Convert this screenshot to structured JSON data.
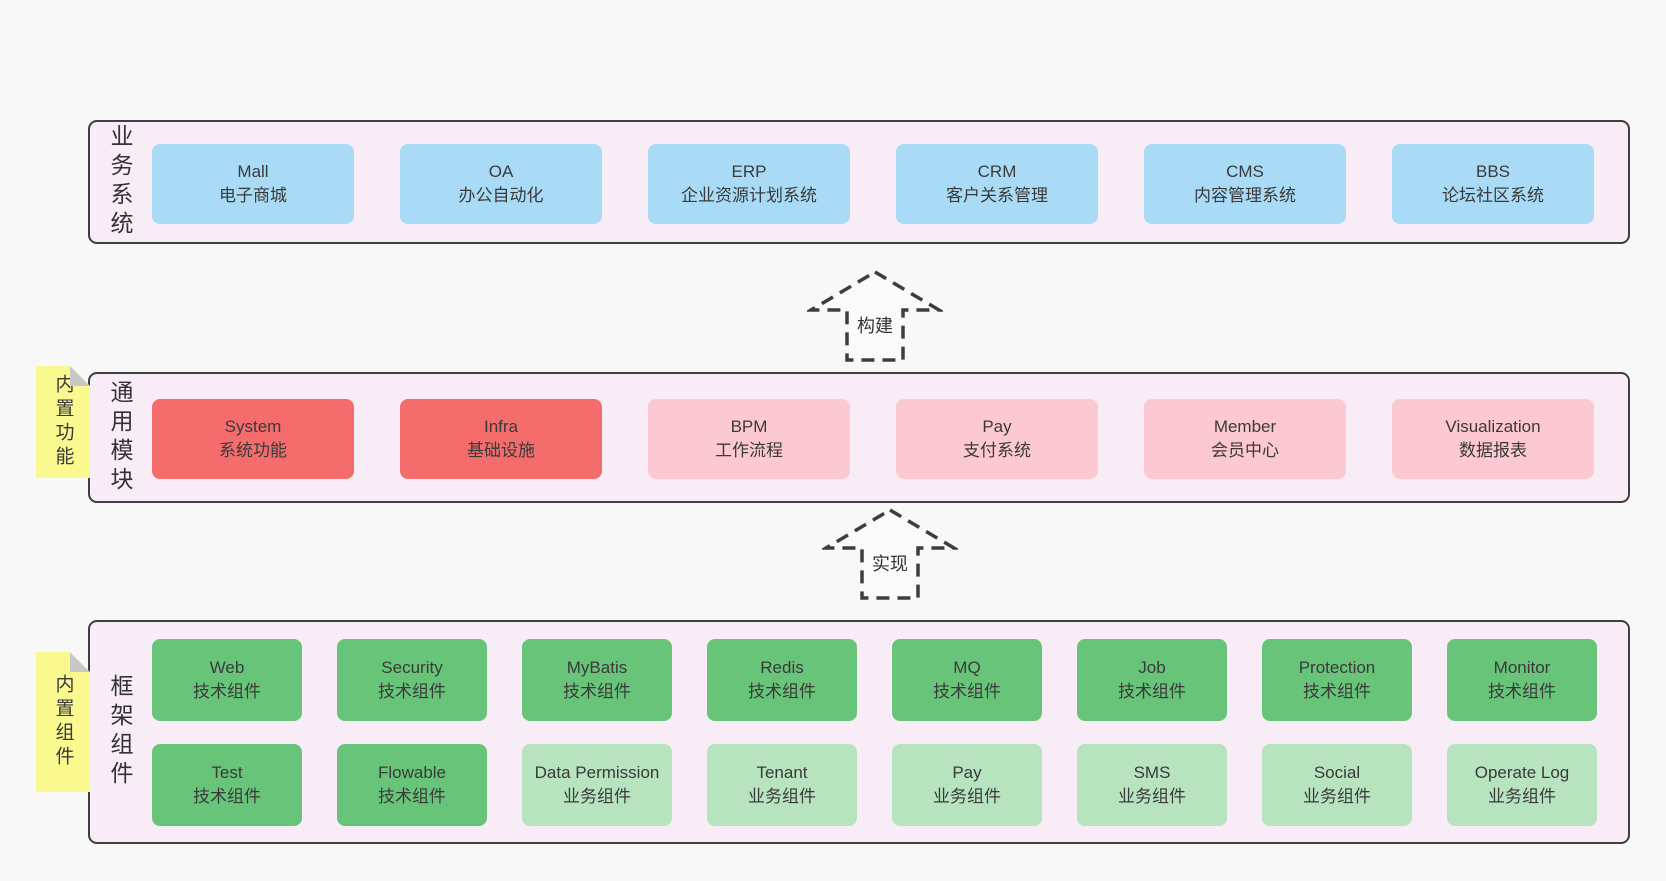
{
  "colors": {
    "page_bg": "#f8f8f8",
    "panel_bg": "#f8edf6",
    "panel_border": "#3f3f3f",
    "box_blue": "#a9dbf7",
    "box_red": "#f56c6c",
    "box_pink": "#fcc8d1",
    "box_green": "#68c479",
    "box_green_light": "#b7e3bf",
    "sticky_yellow": "#f9f98f",
    "fold_gray": "#c8c8c8",
    "text": "#3a3a3a"
  },
  "arrows": [
    {
      "label": "构建"
    },
    {
      "label": "实现"
    }
  ],
  "sections": [
    {
      "label": "业务系统",
      "boxes": [
        {
          "title": "Mall",
          "subtitle": "电子商城",
          "variant": "blue"
        },
        {
          "title": "OA",
          "subtitle": "办公自动化",
          "variant": "blue"
        },
        {
          "title": "ERP",
          "subtitle": "企业资源计划系统",
          "variant": "blue"
        },
        {
          "title": "CRM",
          "subtitle": "客户关系管理",
          "variant": "blue"
        },
        {
          "title": "CMS",
          "subtitle": "内容管理系统",
          "variant": "blue"
        },
        {
          "title": "BBS",
          "subtitle": "论坛社区系统",
          "variant": "blue"
        }
      ]
    },
    {
      "label": "通用模块",
      "sticky": "内置功能",
      "boxes": [
        {
          "title": "System",
          "subtitle": "系统功能",
          "variant": "red"
        },
        {
          "title": "Infra",
          "subtitle": "基础设施",
          "variant": "red"
        },
        {
          "title": "BPM",
          "subtitle": "工作流程",
          "variant": "pink"
        },
        {
          "title": "Pay",
          "subtitle": "支付系统",
          "variant": "pink"
        },
        {
          "title": "Member",
          "subtitle": "会员中心",
          "variant": "pink"
        },
        {
          "title": "Visualization",
          "subtitle": "数据报表",
          "variant": "pink"
        }
      ]
    },
    {
      "label": "框架组件",
      "sticky": "内置组件",
      "rows": [
        [
          {
            "title": "Web",
            "subtitle": "技术组件",
            "variant": "green"
          },
          {
            "title": "Security",
            "subtitle": "技术组件",
            "variant": "green"
          },
          {
            "title": "MyBatis",
            "subtitle": "技术组件",
            "variant": "green"
          },
          {
            "title": "Redis",
            "subtitle": "技术组件",
            "variant": "green"
          },
          {
            "title": "MQ",
            "subtitle": "技术组件",
            "variant": "green"
          },
          {
            "title": "Job",
            "subtitle": "技术组件",
            "variant": "green"
          },
          {
            "title": "Protection",
            "subtitle": "技术组件",
            "variant": "green"
          },
          {
            "title": "Monitor",
            "subtitle": "技术组件",
            "variant": "green"
          }
        ],
        [
          {
            "title": "Test",
            "subtitle": "技术组件",
            "variant": "green"
          },
          {
            "title": "Flowable",
            "subtitle": "技术组件",
            "variant": "green"
          },
          {
            "title": "Data Permission",
            "subtitle": "业务组件",
            "variant": "green-light"
          },
          {
            "title": "Tenant",
            "subtitle": "业务组件",
            "variant": "green-light"
          },
          {
            "title": "Pay",
            "subtitle": "业务组件",
            "variant": "green-light"
          },
          {
            "title": "SMS",
            "subtitle": "业务组件",
            "variant": "green-light"
          },
          {
            "title": "Social",
            "subtitle": "业务组件",
            "variant": "green-light"
          },
          {
            "title": "Operate Log",
            "subtitle": "业务组件",
            "variant": "green-light"
          }
        ]
      ]
    }
  ]
}
